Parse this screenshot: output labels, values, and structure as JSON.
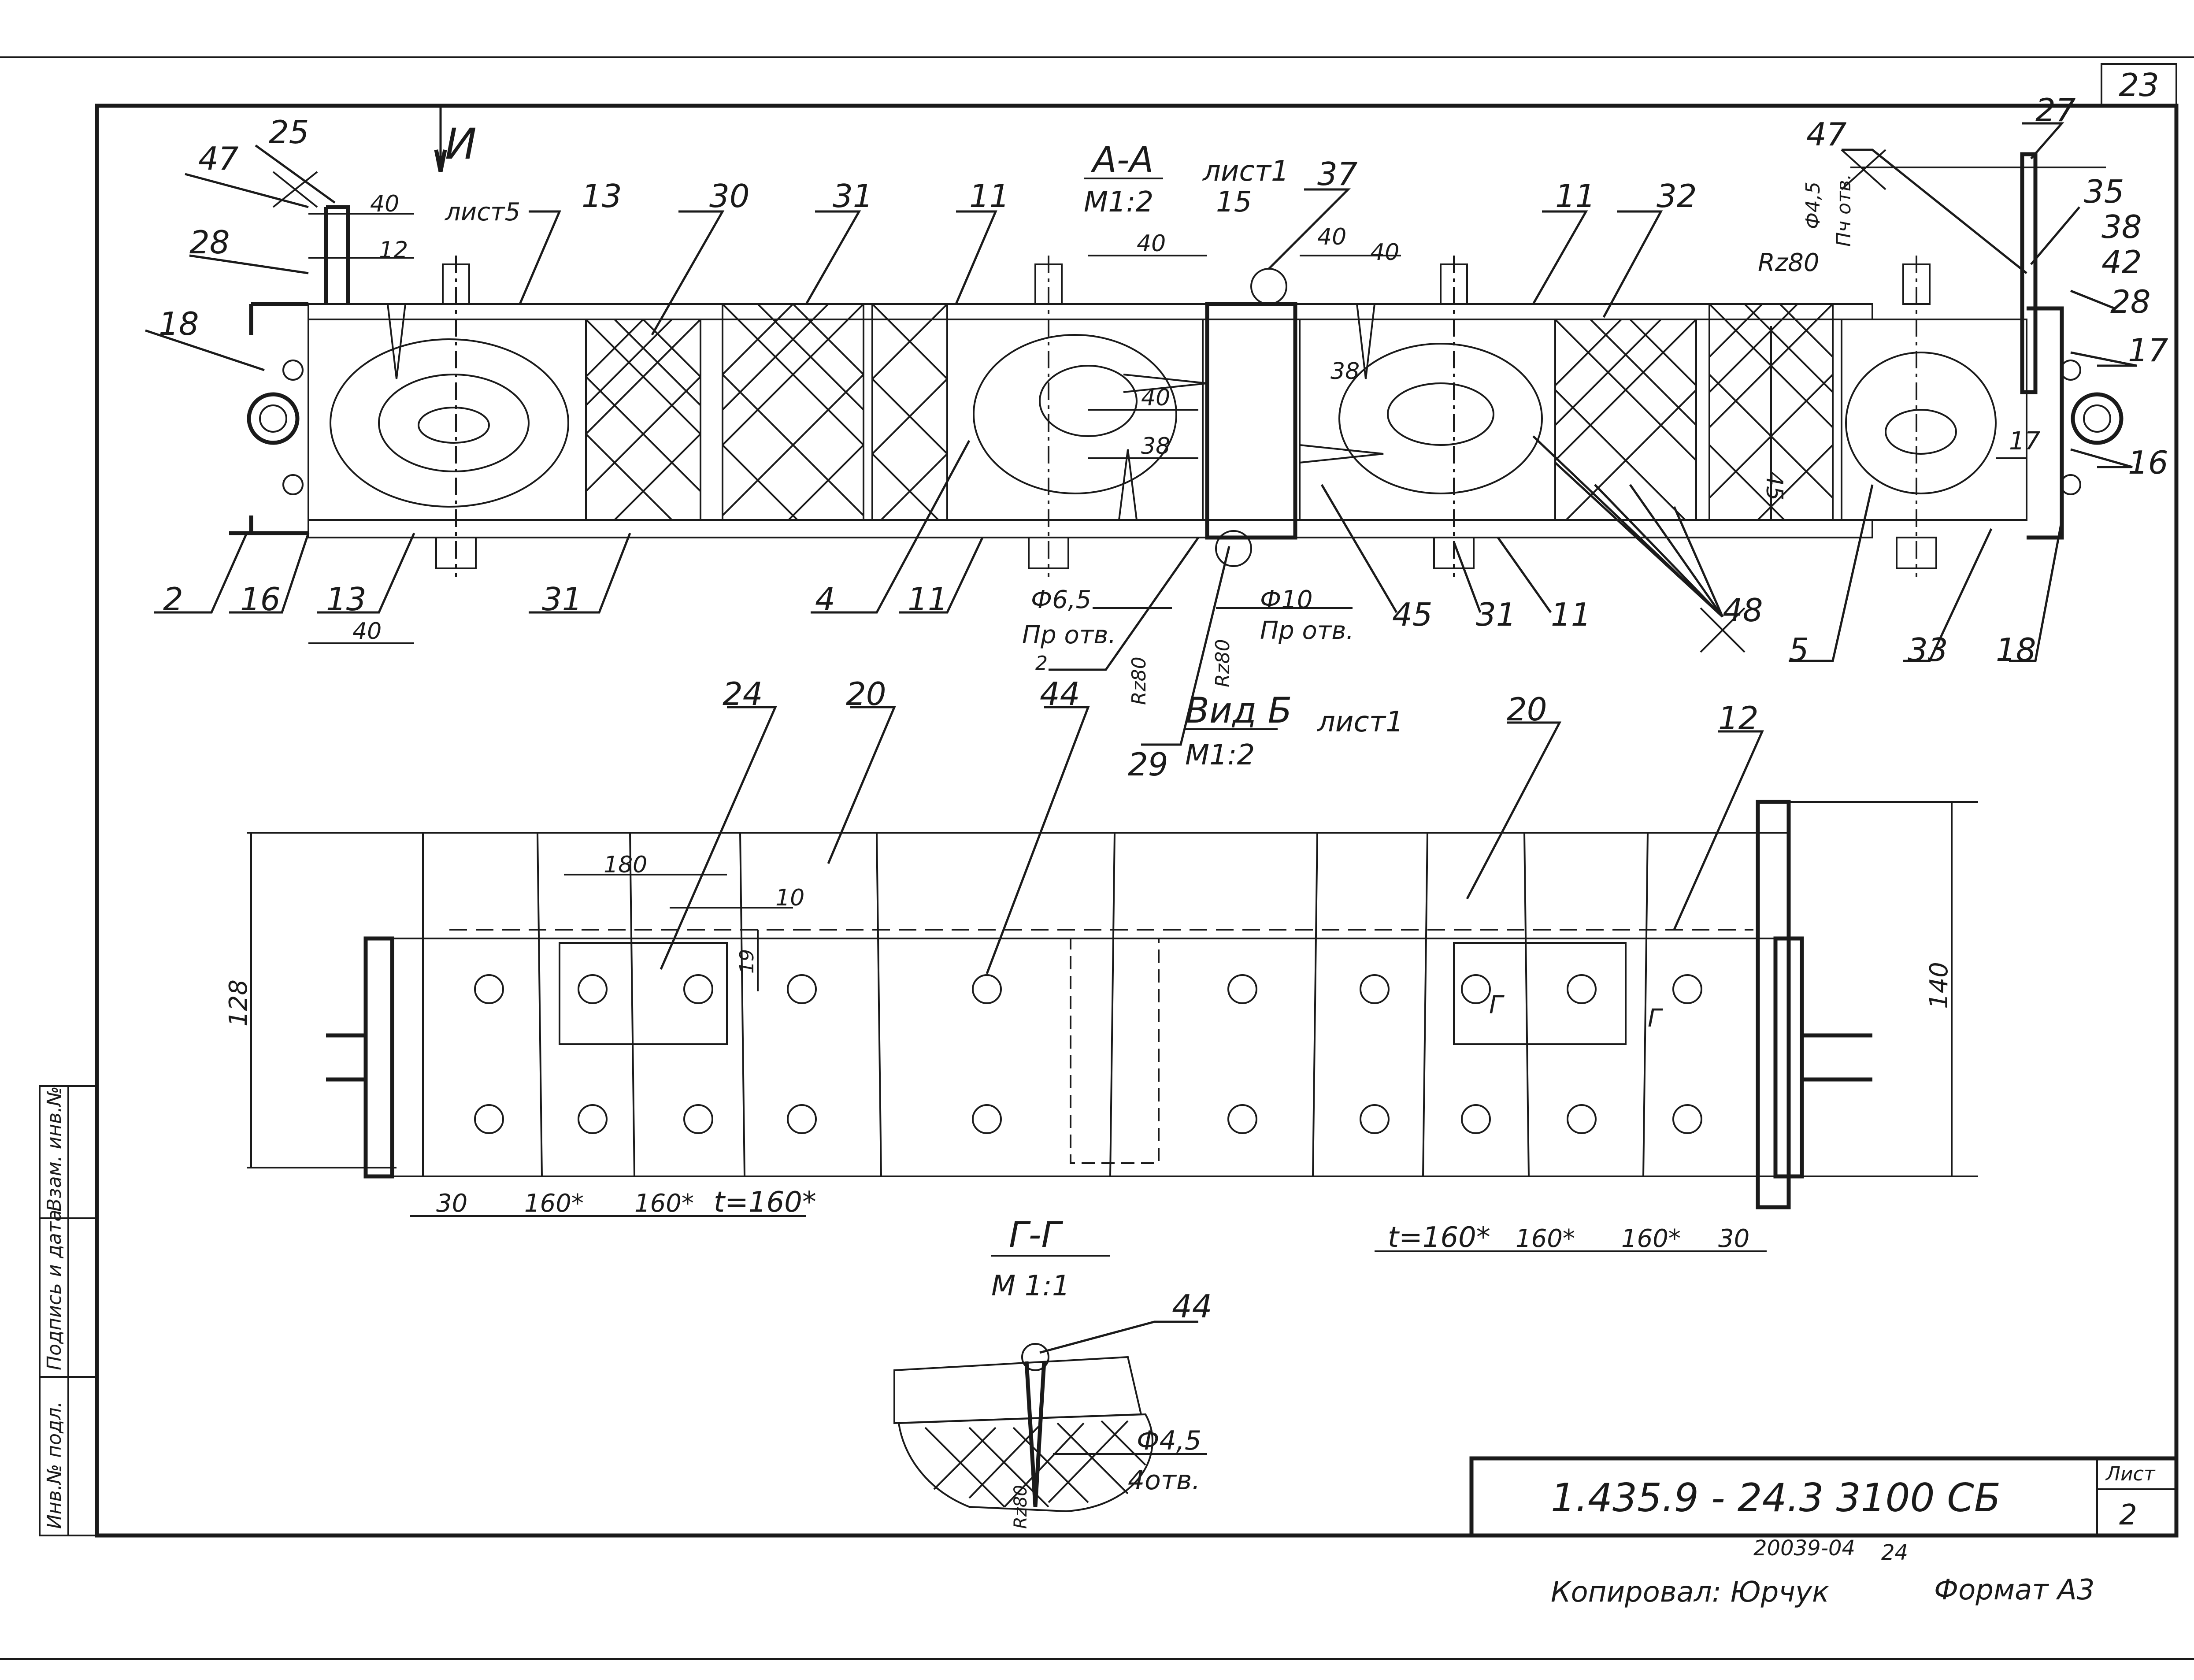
{
  "sheet_number_top": "23",
  "section_aa": {
    "title": "А-А",
    "scale": "М1:2",
    "ref": "лист1"
  },
  "view_i": {
    "letter": "И",
    "ref": "лист5"
  },
  "view_b": {
    "title": "Вид Б",
    "scale": "М1:2",
    "ref": "лист1"
  },
  "section_gg": {
    "title": "Г-Г",
    "scale": "М 1:1",
    "hole": "Ф4,5",
    "holes_count": "4отв.",
    "finish": "Rz80"
  },
  "top_labels": [
    "47",
    "25",
    "28",
    "18",
    "2",
    "16",
    "13",
    "И",
    "лист5",
    "13",
    "30",
    "31",
    "31",
    "4",
    "11",
    "11",
    "37",
    "15",
    "40",
    "40",
    "40",
    "11",
    "32",
    "45",
    "31",
    "11",
    "48",
    "5",
    "47",
    "27",
    "35",
    "38",
    "42",
    "28",
    "17",
    "16",
    "17",
    "33",
    "18",
    "Rz80"
  ],
  "dims_top": {
    "d40a": "40",
    "d12": "12",
    "d40b": "40",
    "d40c": "40",
    "d40d": "40",
    "d38a": "38",
    "d38b": "38",
    "d40e": "40",
    "d45": "45",
    "d17": "17"
  },
  "holes_top": {
    "h1": "Ф6,5",
    "h1b": "Пр отв.",
    "h1c": "2",
    "h1r": "Rz80",
    "h2": "Ф10",
    "h2b": "Пр отв.",
    "h2r": "Rz80",
    "h3": "Ф4,5",
    "h3b": "Пч отв."
  },
  "misc_top": {
    "n29": "29"
  },
  "bottom_labels": {
    "n24": "24",
    "n20a": "20",
    "n44": "44",
    "n20b": "20",
    "n12": "12",
    "n44b": "44"
  },
  "dims_bottom": {
    "d180": "180",
    "d10": "10",
    "d19": "19",
    "d128": "128",
    "d140": "140",
    "d30a": "30",
    "d160a": "160*",
    "d160b": "160*",
    "dt1": "t=160*",
    "dt2": "t=160*",
    "d160c": "160*",
    "d160d": "160*",
    "d30b": "30",
    "g_mark": "Г"
  },
  "side_stamp": [
    "Инв.№ подл.",
    "Подпись и дата",
    "Взам. инв.№"
  ],
  "title_block": {
    "designation": "1.435.9 - 24.3 3100 СБ",
    "sheet_label": "Лист",
    "sheet_no": "2"
  },
  "footer": {
    "copied": "Копировал: Юрчук",
    "code": "20039-04",
    "code2": "24",
    "format": "Формат А3"
  }
}
